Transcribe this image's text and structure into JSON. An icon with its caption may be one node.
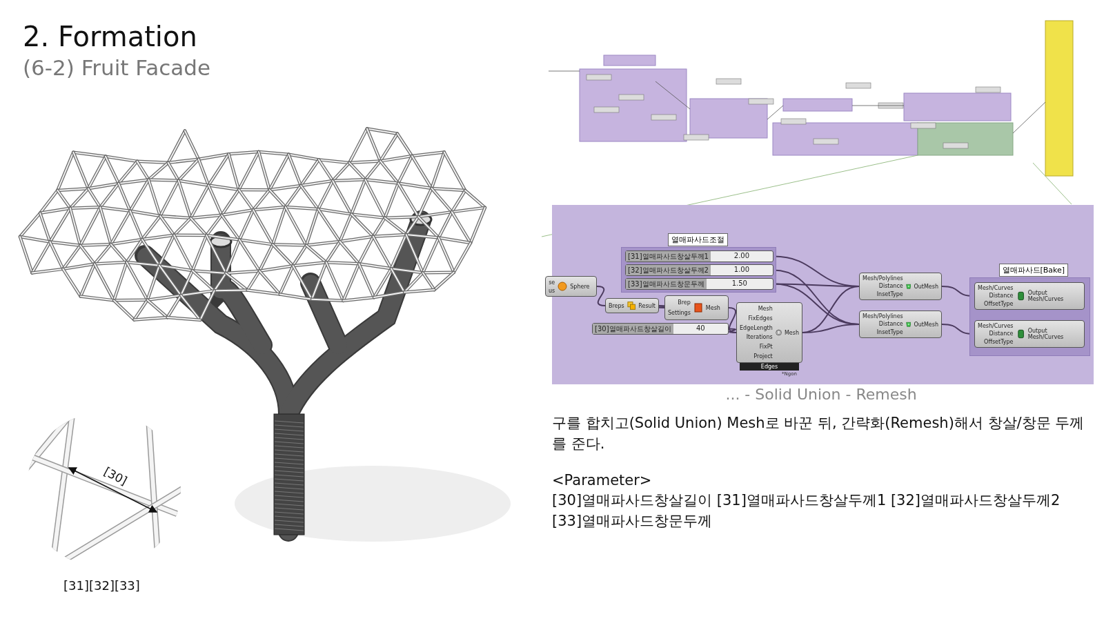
{
  "diagram": {
    "title": "2. Formation",
    "nodes": [
      {
        "text": [
          "열매파사드조절"
        ]
      },
      {
        "text": [
          "[31]열매파사드창살두께1",
          "2.00"
        ],
        "in": 0
      },
      {
        "text": [
          "[32]열매파사드창살두께2",
          "1.00"
        ],
        "in": 0
      },
      {
        "text": [
          "[33]열매파사드창문두께",
          "1.50"
        ],
        "in": 0
      },
      {
        "text": [
          "se",
          "us",
          "Sphere"
        ]
      },
      {
        "text": [
          "Breps",
          "Result"
        ]
      },
      {
        "text": [
          "Brep",
          "Settings",
          "Mesh"
        ]
      },
      {
        "text": [
          "[30]열매파사드창살길이",
          "40"
        ]
      },
      {
        "text": [
          "Mesh",
          "FixEdges",
          "EdgeLength",
          "Iterations",
          "FixPt",
          "Project",
          "Mesh",
          "Edges"
        ],
        "beside": [
          "*Ngon"
        ]
      },
      {
        "text": [
          "Mesh/Polylines",
          "Distance",
          "InsetType",
          "OutMesh"
        ]
      },
      {
        "text": [
          "Mesh/Polylines",
          "Distance",
          "InsetType",
          "OutMesh"
        ]
      },
      {
        "text": [
          "열매파사드[Bake]"
        ]
      },
      {
        "text": [
          "Mesh/Curves",
          "Distance",
          "OffsetType",
          "Output Mesh/Curves"
        ],
        "in": 11
      },
      {
        "text": [
          "Mesh/Curves",
          "Distance",
          "OffsetType",
          "Output Mesh/Curves"
        ],
        "in": 11
      }
    ],
    "edges": [
      {
        "from": 4,
        "to": 5,
        "arrow": "none"
      },
      {
        "from": 5,
        "to": 6,
        "arrow": "none"
      },
      {
        "from": 6,
        "to": 8,
        "arrow": "none"
      },
      {
        "from": 7,
        "to": 8,
        "arrow": "none"
      },
      {
        "from": 1,
        "to": 9,
        "arrow": "none"
      },
      {
        "from": 2,
        "to": 10,
        "arrow": "none"
      },
      {
        "from": 8,
        "to": 9,
        "arrow": "none"
      },
      {
        "from": 8,
        "to": 10,
        "arrow": "none"
      },
      {
        "from": 3,
        "to": 9,
        "arrow": "none"
      },
      {
        "from": 3,
        "to": 10,
        "arrow": "none"
      },
      {
        "from": 9,
        "to": 12,
        "arrow": "none"
      },
      {
        "from": 10,
        "to": 13,
        "arrow": "none"
      }
    ],
    "labels": [
      "(6-2) Fruit Facade",
      "[30]",
      "[31][32][33]",
      "... - Solid Union - Remesh",
      "구를 합치고(Solid Union) Mesh로 바꾼 뒤, 간략화(Remesh)해서 창살/창문 두께를 준다.",
      "<Parameter>",
      "[30]열매파사드창살길이 [31]열매파사드창살두께1 [32]열매파사드창살두께2 [33]열매파사드창문두께"
    ]
  }
}
